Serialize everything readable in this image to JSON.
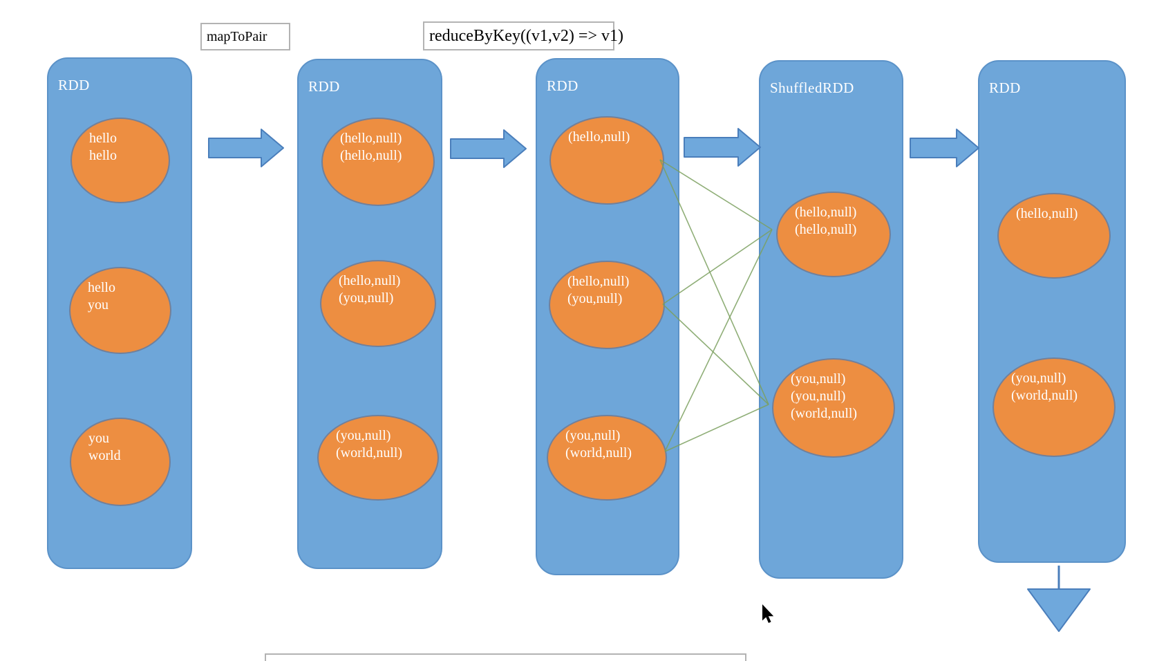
{
  "labels": {
    "map_to_pair": "mapToPair",
    "reduce_by_key": "reduceByKey((v1,v2) => v1)"
  },
  "columns": [
    {
      "title": "RDD",
      "partitions": [
        [
          "hello",
          "hello"
        ],
        [
          "hello",
          "you"
        ],
        [
          "you",
          "world"
        ]
      ]
    },
    {
      "title": "RDD",
      "partitions": [
        [
          "(hello,null)",
          "(hello,null)"
        ],
        [
          "(hello,null)",
          "(you,null)"
        ],
        [
          "(you,null)",
          "(world,null)"
        ]
      ]
    },
    {
      "title": "RDD",
      "partitions": [
        [
          "(hello,null)"
        ],
        [
          "(hello,null)",
          "(you,null)"
        ],
        [
          "(you,null)",
          "(world,null)"
        ]
      ]
    },
    {
      "title": "ShuffledRDD",
      "partitions": [
        [
          "(hello,null)",
          "(hello,null)"
        ],
        [
          "(you,null)",
          "(you,null)",
          "(world,null)"
        ]
      ]
    },
    {
      "title": "RDD",
      "partitions": [
        [
          "(hello,null)"
        ],
        [
          "(you,null)",
          "(world,null)"
        ]
      ]
    }
  ],
  "icons": {
    "cursor": "mouse-pointer-icon",
    "flow_arrow": "right-arrow-icon",
    "output_arrow": "down-arrow-icon"
  },
  "colors": {
    "column_fill": "#6ea6d9",
    "column_border": "#5b92c8",
    "partition_fill": "#ed8e41",
    "partition_border": "#71809b",
    "arrow_fill": "#6fa8dc",
    "arrow_border": "#4a7ebb",
    "shuffle_line": "#7ba05f",
    "shape_text": "#ffffff",
    "label_text": "#000000",
    "box_border": "#b3b3b3"
  }
}
